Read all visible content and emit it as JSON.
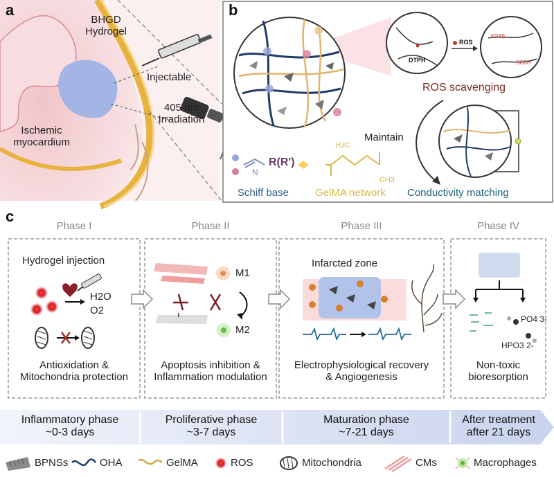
{
  "panel_a": {
    "label": "a",
    "hydrogel": "BHGD\nHydrogel",
    "injectable": "Injectable",
    "irradiation": "405 nm\nIrradiation",
    "myocardium": "Ischemic\nmyocardium"
  },
  "panel_b": {
    "label": "b",
    "dtph": "DTPH",
    "ros_small": "ROS",
    "ros_scavenging": "ROS scavenging",
    "maintain": "Maintain",
    "schiff_base": "Schiff base",
    "gelma_network": "GelMA network",
    "conductivity": "Conductivity matching",
    "chem_r": "R(R')",
    "chem_n": "N",
    "ch3_a": "H3C",
    "ch3_b": "CH3",
    "xo3s": "XO3S",
    "so3h": "SO3H"
  },
  "panel_c": {
    "label": "c",
    "phases": [
      {
        "head": "Phase I",
        "caption": "Antioxidation &\nMitochondria protection"
      },
      {
        "head": "Phase II",
        "caption": "Apoptosis inhibition &\nInflammation modulation"
      },
      {
        "head": "Phase III",
        "caption": "Electrophysiological recovery\n& Angiogenesis"
      },
      {
        "head": "Phase IV",
        "caption": "Non-toxic\nbioresorption"
      }
    ],
    "hydrogel_injection": "Hydrogel injection",
    "h2o": "H2O",
    "o2": "O2",
    "m1": "M1",
    "m2": "M2",
    "infarcted_zone": "Infarcted zone",
    "po4": "PO4 3-",
    "hpo3": "HPO3 2-"
  },
  "timeline": [
    {
      "name": "Inflammatory phase",
      "days": "~0-3 days"
    },
    {
      "name": "Proliferative phase",
      "days": "~3-7 days"
    },
    {
      "name": "Maturation phase",
      "days": "~7-21 days"
    },
    {
      "name": "After treatment",
      "days": "after 21 days"
    }
  ],
  "legend": [
    {
      "label": "BPNSs",
      "icon": "bpns-icon"
    },
    {
      "label": "OHA",
      "icon": "oha-icon"
    },
    {
      "label": "GelMA",
      "icon": "gelma-icon"
    },
    {
      "label": "ROS",
      "icon": "ros-icon"
    },
    {
      "label": "Mitochondria",
      "icon": "mitochondria-icon"
    },
    {
      "label": "CMs",
      "icon": "cms-icon"
    },
    {
      "label": "Macrophages",
      "icon": "macrophages-icon"
    }
  ],
  "colors": {
    "schiff": "#2f5f8a",
    "gelma": "#d7b94a",
    "ros_text": "#7a2e1e",
    "conductivity": "#1f5d7a",
    "heart": "#e5a8ae",
    "wall": "#f2c04b",
    "hydrogel": "#9eb3e6"
  }
}
